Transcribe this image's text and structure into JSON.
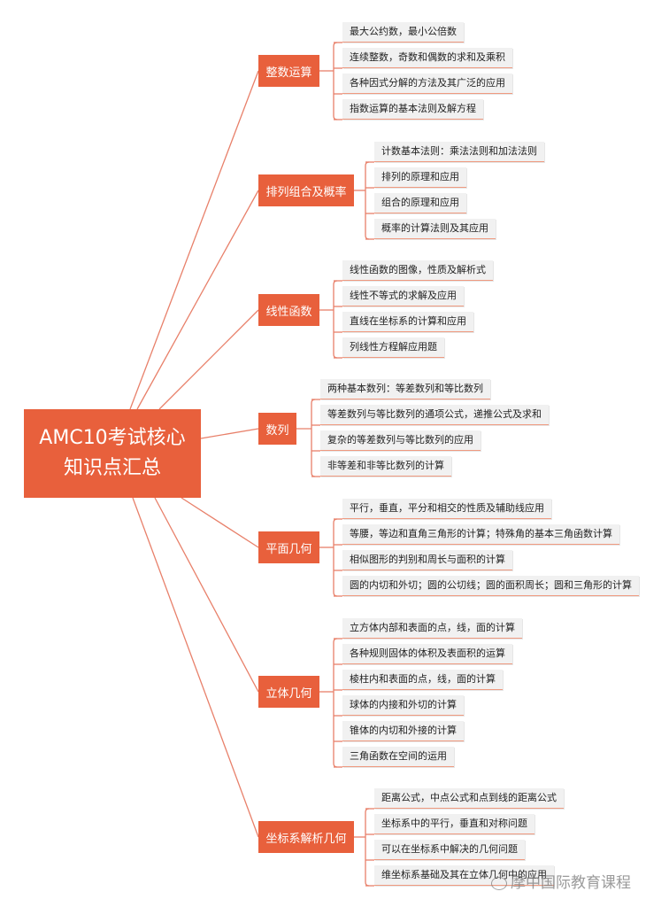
{
  "central": {
    "line1": "AMC10考试核心",
    "line2": "知识点汇总"
  },
  "colors": {
    "accent": "#e8603c",
    "leaf_bg": "#f1f1f1",
    "line": "#e8806a"
  },
  "branches": [
    {
      "label": "整数运算",
      "items": [
        "最大公约数，最小公倍数",
        "连续整数，奇数和偶数的求和及乘积",
        "各种因式分解的方法及其广泛的应用",
        "指数运算的基本法则及解方程"
      ]
    },
    {
      "label": "排列组合及概率",
      "items": [
        "计数基本法则：乘法法则和加法法则",
        "排列的原理和应用",
        "组合的原理和应用",
        "概率的计算法则及其应用"
      ]
    },
    {
      "label": "线性函数",
      "items": [
        "线性函数的图像，性质及解析式",
        "线性不等式的求解及应用",
        "直线在坐标系的计算和应用",
        "列线性方程解应用题"
      ]
    },
    {
      "label": "数列",
      "items": [
        "两种基本数列：等差数列和等比数列",
        "等差数列与等比数列的通项公式，递推公式及求和",
        "复杂的等差数列与等比数列的应用",
        "非等差和非等比数列的计算"
      ]
    },
    {
      "label": "平面几何",
      "items": [
        "平行，垂直，平分和相交的性质及辅助线应用",
        "等腰，等边和直角三角形的计算；特殊角的基本三角函数计算",
        "相似图形的判别和周长与面积的计算",
        "圆的内切和外切；圆的公切线；圆的面积周长；圆和三角形的计算"
      ]
    },
    {
      "label": "立体几何",
      "items": [
        "立方体内部和表面的点，线，面的计算",
        "各种规则固体的体积及表面积的运算",
        "棱柱内和表面的点，线，面的计算",
        "球体的内接和外切的计算",
        "锥体的内切和外接的计算",
        "三角函数在空间的运用"
      ]
    },
    {
      "label": "坐标系解析几何",
      "items": [
        "距离公式，中点公式和点到线的距离公式",
        "坐标系中的平行，垂直和对称问题",
        "可以在坐标系中解决的几何问题",
        "维坐标系基础及其在立体几何中的应用"
      ]
    }
  ],
  "watermark": "摩中国际教育课程"
}
